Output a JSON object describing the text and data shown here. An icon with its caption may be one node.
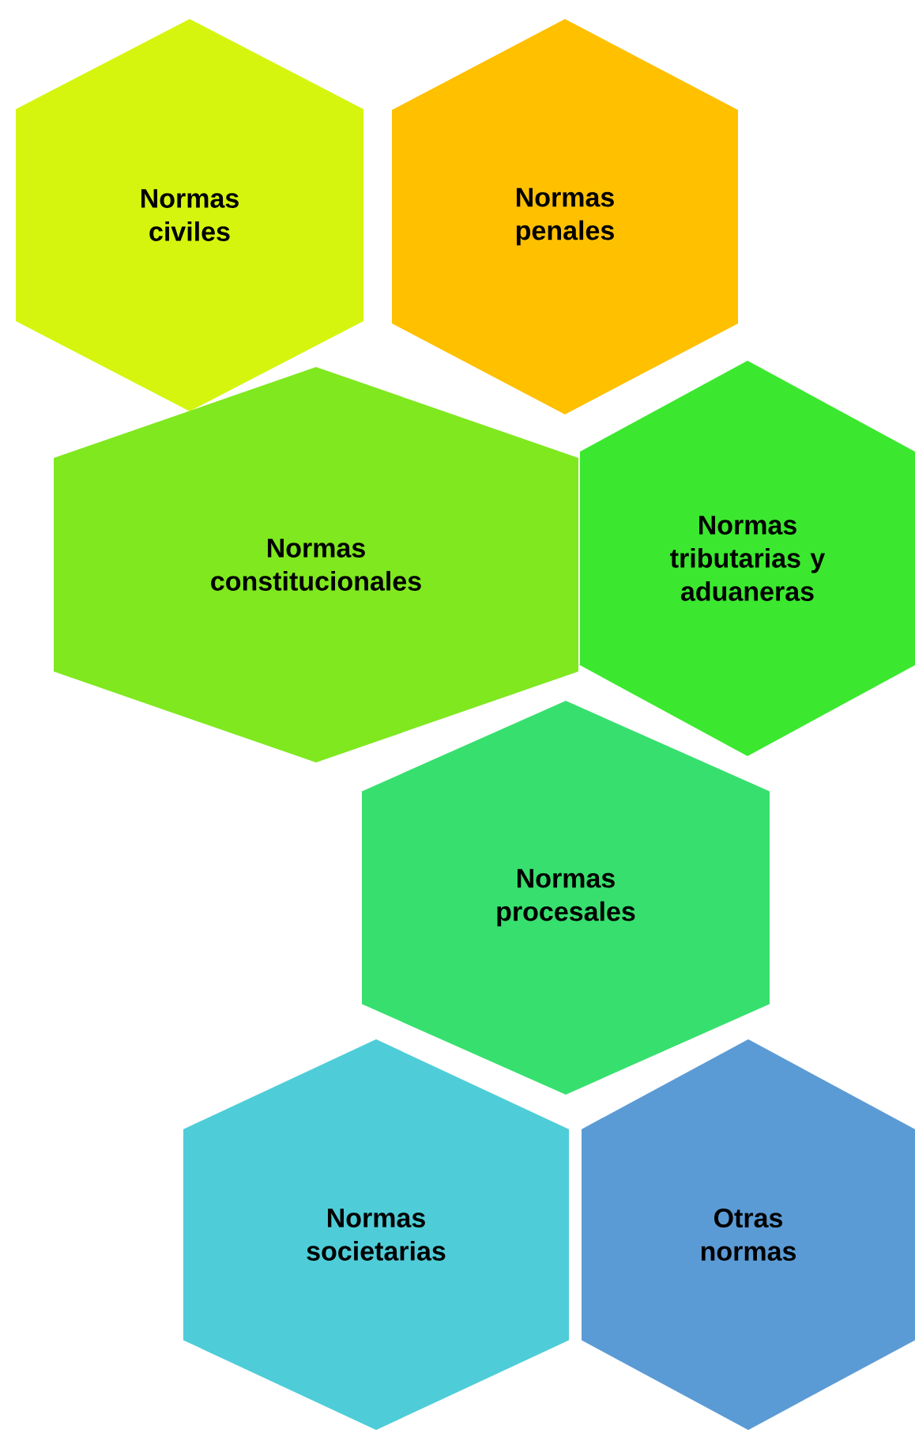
{
  "diagram": {
    "nodes": [
      {
        "text": [
          "Normas civiles"
        ]
      },
      {
        "text": [
          "Normas penales"
        ]
      },
      {
        "text": [
          "Normas constitucionales"
        ]
      },
      {
        "text": [
          "Normas tributarias y aduaneras"
        ]
      },
      {
        "text": [
          "Normas procesales"
        ]
      },
      {
        "text": [
          "Normas societarias"
        ]
      },
      {
        "text": [
          "Otras normas"
        ]
      }
    ]
  }
}
